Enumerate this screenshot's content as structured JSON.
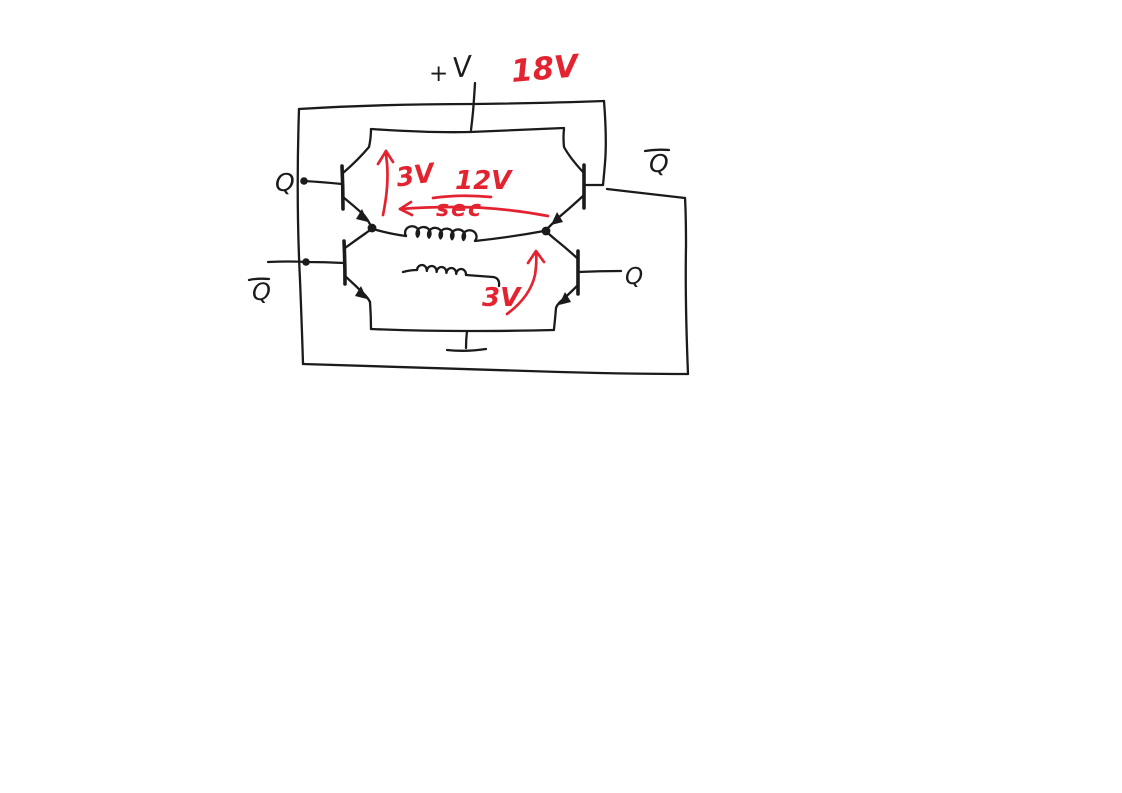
{
  "diagram": {
    "kind": "hand-drawn transistor bridge schematic with transformer winding",
    "ink_color": "#1b1b1b",
    "annotation_color": "#e32430",
    "background": "#ffffff",
    "supply": {
      "plus": "+",
      "v": "V"
    },
    "annotations": {
      "supply_voltage": "18V",
      "left_branch_voltage": "3V",
      "secondary_voltage": "12V",
      "secondary_label": "sec",
      "right_node_voltage": "3V"
    },
    "base_labels": {
      "top_left": "Q",
      "top_right": "Q",
      "mid_left": "Q",
      "mid_right": "Q"
    },
    "base_label_overlines": {
      "top_left": false,
      "top_right": true,
      "mid_left": true,
      "mid_right": false
    },
    "components": {
      "transistors": [
        "top-left",
        "top-right",
        "mid-left",
        "mid-right"
      ],
      "inductor": "center-coil",
      "secondary_winding": "lower-squiggle",
      "ground": "bottom-center"
    }
  }
}
